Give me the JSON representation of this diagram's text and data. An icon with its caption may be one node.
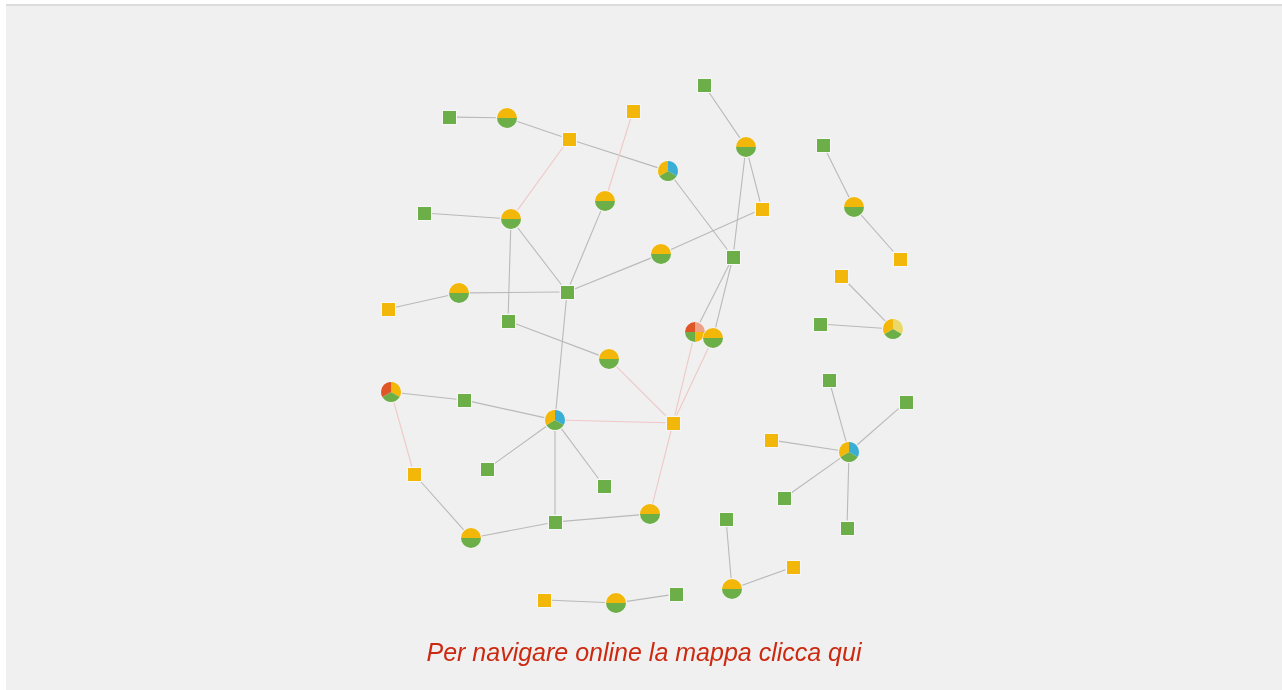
{
  "diagram": {
    "caption": "Per navigare online la mappa clicca qui",
    "nodes": [
      {
        "text": [],
        "shape": "box"
      },
      {
        "text": [],
        "shape": "box"
      },
      {
        "text": [],
        "shape": "box"
      },
      {
        "text": [],
        "shape": "circle"
      },
      {
        "text": [],
        "shape": "box"
      },
      {
        "text": [],
        "shape": "box"
      },
      {
        "text": [],
        "shape": "circle"
      },
      {
        "text": [],
        "shape": "circle"
      },
      {
        "text": [],
        "shape": "circle"
      },
      {
        "text": [],
        "shape": "circle"
      },
      {
        "text": [],
        "shape": "box"
      },
      {
        "text": [],
        "shape": "box"
      },
      {
        "text": [],
        "shape": "circle"
      },
      {
        "text": [],
        "shape": "circle"
      },
      {
        "text": [],
        "shape": "box"
      },
      {
        "text": [],
        "shape": "box"
      },
      {
        "text": [],
        "shape": "box"
      },
      {
        "text": [],
        "shape": "box"
      },
      {
        "text": [],
        "shape": "circle"
      },
      {
        "text": [],
        "shape": "box"
      },
      {
        "text": [],
        "shape": "box"
      },
      {
        "text": [],
        "shape": "box"
      },
      {
        "text": [],
        "shape": "circle"
      },
      {
        "text": [],
        "shape": "circle"
      },
      {
        "text": [],
        "shape": "circle"
      },
      {
        "text": [],
        "shape": "circle"
      },
      {
        "text": [],
        "shape": "box"
      },
      {
        "text": [],
        "shape": "circle"
      },
      {
        "text": [],
        "shape": "box"
      },
      {
        "text": [],
        "shape": "box"
      },
      {
        "text": [],
        "shape": "circle"
      },
      {
        "text": [],
        "shape": "box"
      },
      {
        "text": [],
        "shape": "box"
      },
      {
        "text": [],
        "shape": "circle"
      },
      {
        "text": [],
        "shape": "box"
      },
      {
        "text": [],
        "shape": "box"
      },
      {
        "text": [],
        "shape": "box"
      },
      {
        "text": [],
        "shape": "box"
      },
      {
        "text": [],
        "shape": "circle"
      },
      {
        "text": [],
        "shape": "box"
      },
      {
        "text": [],
        "shape": "box"
      },
      {
        "text": [],
        "shape": "box"
      },
      {
        "text": [],
        "shape": "circle"
      },
      {
        "text": [],
        "shape": "box"
      },
      {
        "text": [],
        "shape": "circle"
      },
      {
        "text": [],
        "shape": "box"
      },
      {
        "text": [],
        "shape": "box"
      },
      {
        "text": [],
        "shape": "circle"
      }
    ],
    "edges": [
      {
        "from": 2,
        "to": 3,
        "arrow": "none"
      },
      {
        "from": 3,
        "to": 4,
        "arrow": "none"
      },
      {
        "from": 4,
        "to": 7,
        "arrow": "none"
      },
      {
        "from": 4,
        "to": 12,
        "arrow": "none",
        "color": "#efc8c8"
      },
      {
        "from": 1,
        "to": 8,
        "arrow": "none",
        "color": "#efc8c8"
      },
      {
        "from": 0,
        "to": 6,
        "arrow": "none"
      },
      {
        "from": 6,
        "to": 10,
        "arrow": "none"
      },
      {
        "from": 6,
        "to": 14,
        "arrow": "none"
      },
      {
        "from": 7,
        "to": 14,
        "arrow": "none"
      },
      {
        "from": 10,
        "to": 13,
        "arrow": "none"
      },
      {
        "from": 13,
        "to": 17,
        "arrow": "none"
      },
      {
        "from": 8,
        "to": 17,
        "arrow": "none"
      },
      {
        "from": 12,
        "to": 17,
        "arrow": "none"
      },
      {
        "from": 11,
        "to": 12,
        "arrow": "none"
      },
      {
        "from": 12,
        "to": 20,
        "arrow": "none"
      },
      {
        "from": 18,
        "to": 17,
        "arrow": "none"
      },
      {
        "from": 19,
        "to": 18,
        "arrow": "none"
      },
      {
        "from": 17,
        "to": 30,
        "arrow": "none"
      },
      {
        "from": 14,
        "to": 23,
        "arrow": "none"
      },
      {
        "from": 14,
        "to": 24,
        "arrow": "none"
      },
      {
        "from": 5,
        "to": 9,
        "arrow": "none"
      },
      {
        "from": 9,
        "to": 15,
        "arrow": "none"
      },
      {
        "from": 16,
        "to": 22,
        "arrow": "none"
      },
      {
        "from": 21,
        "to": 22,
        "arrow": "none"
      },
      {
        "from": 20,
        "to": 25,
        "arrow": "none"
      },
      {
        "from": 25,
        "to": 31,
        "arrow": "none",
        "color": "#efc8c8"
      },
      {
        "from": 23,
        "to": 31,
        "arrow": "none",
        "color": "#efc8c8"
      },
      {
        "from": 24,
        "to": 31,
        "arrow": "none",
        "color": "#efc8c8"
      },
      {
        "from": 30,
        "to": 31,
        "arrow": "none",
        "color": "#efc8c8"
      },
      {
        "from": 27,
        "to": 28,
        "arrow": "none"
      },
      {
        "from": 28,
        "to": 30,
        "arrow": "none"
      },
      {
        "from": 27,
        "to": 35,
        "arrow": "none",
        "color": "#efc8c8"
      },
      {
        "from": 35,
        "to": 42,
        "arrow": "none"
      },
      {
        "from": 30,
        "to": 34,
        "arrow": "none"
      },
      {
        "from": 30,
        "to": 36,
        "arrow": "none"
      },
      {
        "from": 30,
        "to": 40,
        "arrow": "none"
      },
      {
        "from": 40,
        "to": 42,
        "arrow": "none"
      },
      {
        "from": 40,
        "to": 38,
        "arrow": "none"
      },
      {
        "from": 38,
        "to": 31,
        "arrow": "none",
        "color": "#efc8c8"
      },
      {
        "from": 26,
        "to": 33,
        "arrow": "none"
      },
      {
        "from": 29,
        "to": 33,
        "arrow": "none"
      },
      {
        "from": 32,
        "to": 33,
        "arrow": "none"
      },
      {
        "from": 37,
        "to": 33,
        "arrow": "none"
      },
      {
        "from": 41,
        "to": 33,
        "arrow": "none"
      },
      {
        "from": 39,
        "to": 44,
        "arrow": "none"
      },
      {
        "from": 44,
        "to": 43,
        "arrow": "none"
      },
      {
        "from": 46,
        "to": 47,
        "arrow": "none"
      },
      {
        "from": 47,
        "to": 45,
        "arrow": "none"
      }
    ]
  }
}
